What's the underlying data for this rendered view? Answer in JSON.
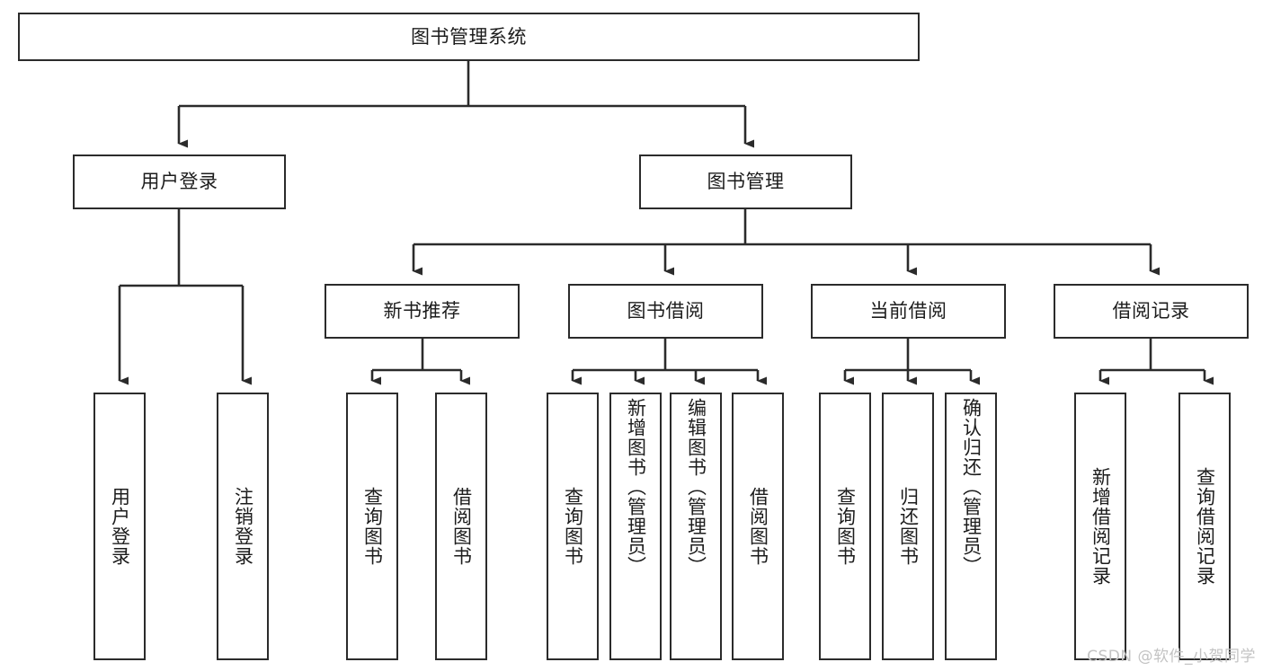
{
  "diagram": {
    "title": "图书管理系统",
    "type": "tree",
    "root": {
      "label": "图书管理系统",
      "children": [
        {
          "label": "用户登录",
          "children": [
            {
              "label": "用户登录"
            },
            {
              "label": "注销登录"
            }
          ]
        },
        {
          "label": "图书管理",
          "children": [
            {
              "label": "新书推荐",
              "children": [
                {
                  "label": "查询图书"
                },
                {
                  "label": "借阅图书"
                }
              ]
            },
            {
              "label": "图书借阅",
              "children": [
                {
                  "label": "查询图书"
                },
                {
                  "label": "新增图书（管理员）"
                },
                {
                  "label": "编辑图书（管理员）"
                },
                {
                  "label": "借阅图书"
                }
              ]
            },
            {
              "label": "当前借阅",
              "children": [
                {
                  "label": "查询图书"
                },
                {
                  "label": "归还图书"
                },
                {
                  "label": "确认归还（管理员）"
                }
              ]
            },
            {
              "label": "借阅记录",
              "children": [
                {
                  "label": "新增借阅记录"
                },
                {
                  "label": "查询借阅记录"
                }
              ]
            }
          ]
        }
      ]
    }
  },
  "nodes": {
    "root": "图书管理系统",
    "l1_user_login": "用户登录",
    "l1_book_manage": "图书管理",
    "l2_new_book": "新书推荐",
    "l2_borrow": "图书借阅",
    "l2_current": "当前借阅",
    "l2_record": "借阅记录",
    "leaf_user_login": "用户登录",
    "leaf_logout": "注销登录",
    "leaf_new_query": "查询图书",
    "leaf_new_borrow": "借阅图书",
    "leaf_borrow_query": "查询图书",
    "leaf_borrow_add": "新增图书（管理员）",
    "leaf_borrow_edit": "编辑图书（管理员）",
    "leaf_borrow_do": "借阅图书",
    "leaf_cur_query": "查询图书",
    "leaf_cur_return": "归还图书",
    "leaf_cur_confirm": "确认归还（管理员）",
    "leaf_rec_add": "新增借阅记录",
    "leaf_rec_query": "查询借阅记录"
  },
  "watermark": {
    "text": "CSDN @软件_小贺同学",
    "color": "#c3c3c3"
  },
  "colors": {
    "border": "#2b2b2b",
    "connector": "#2b2b2b",
    "background": "#ffffff",
    "text": "#1c1c1c"
  }
}
